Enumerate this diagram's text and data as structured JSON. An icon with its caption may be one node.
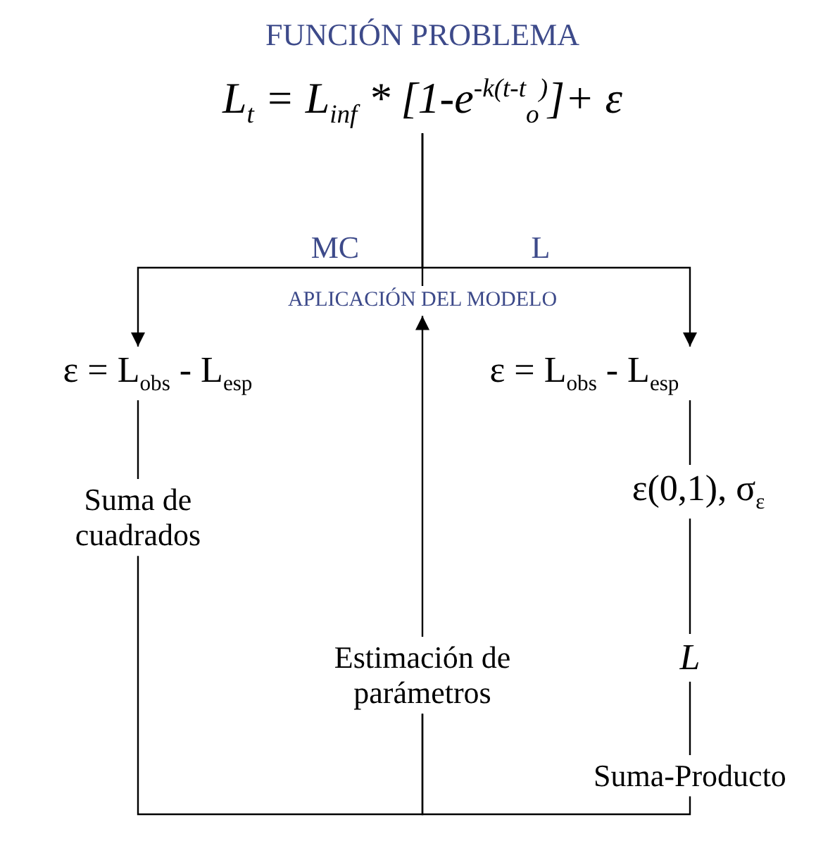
{
  "diagram": {
    "title": "FUNCIÓN PROBLEMA",
    "nodes": [
      {
        "text": [
          "L$_{t}$ = L$_{inf}$ * [1-e$^{-k(t-t}$$_{o}$$^{)}$]+ ε"
        ]
      },
      {
        "text": [
          "APLICACIÓN DEL MODELO"
        ]
      },
      {
        "text": [
          "ε = L$_{obs}$ - L$_{esp}$"
        ]
      },
      {
        "text": [
          "Suma de cuadrados"
        ]
      },
      {
        "text": [
          "ε = L$_{obs}$ - L$_{esp}$"
        ]
      },
      {
        "text": [
          "ε(0,1), σ$_{ε}$"
        ]
      },
      {
        "text": [
          "L"
        ]
      },
      {
        "text": [
          "Suma-Producto"
        ]
      },
      {
        "text": [
          "Estimación de parámetros"
        ]
      }
    ],
    "edges": [
      {
        "from": 0,
        "to": 1,
        "arrow": "none"
      },
      {
        "from": 0,
        "to": 2,
        "arrow": "to",
        "label": "MC"
      },
      {
        "from": 0,
        "to": 4,
        "arrow": "to",
        "label": "L"
      },
      {
        "from": 2,
        "to": 3,
        "arrow": "none"
      },
      {
        "from": 3,
        "to": 8,
        "arrow": "none"
      },
      {
        "from": 4,
        "to": 5,
        "arrow": "none"
      },
      {
        "from": 5,
        "to": 6,
        "arrow": "none"
      },
      {
        "from": 6,
        "to": 7,
        "arrow": "none"
      },
      {
        "from": 7,
        "to": 8,
        "arrow": "none"
      },
      {
        "from": 8,
        "to": 1,
        "arrow": "to"
      }
    ]
  }
}
